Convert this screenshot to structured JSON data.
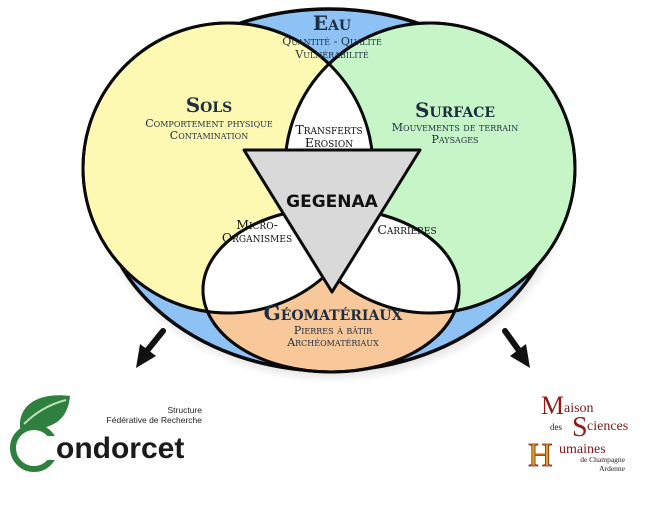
{
  "eau": {
    "title": "Eau",
    "sub1": "Quantité - Qualité",
    "sub2": "Vulnérabilité"
  },
  "sols": {
    "title": "Sols",
    "sub1": "Comportement physique",
    "sub2": "Contamination"
  },
  "surface": {
    "title": "Surface",
    "sub1": "Mouvements de terrain",
    "sub2": "Paysages"
  },
  "geomateriaux": {
    "title": "Géomatériaux",
    "sub1": "Pierres à bâtir",
    "sub2": "Archéomatériaux"
  },
  "center": {
    "label": "GEGENAA"
  },
  "intersections": {
    "transferts_1": "Transferts",
    "transferts_2": "Erosion",
    "micro_1": "Micro-",
    "micro_2": "Organismes",
    "carrieres": "Carrières"
  },
  "condorcet": {
    "line1": "Structure",
    "line2": "Fédérative de Recherche",
    "name": "ondorcet"
  },
  "msh": {
    "maison": "aison",
    "sciences": "ciences",
    "des": "des",
    "humaines": "umaines",
    "de_champagne": "de Champagne",
    "ardenne": "Ardenne"
  },
  "colors": {
    "eau": "#8ec2f5",
    "sols": "#fdf9b3",
    "surface": "#c6f5c8",
    "geomateriaux": "#f8c79a",
    "center": "#d9d9d9",
    "condorcet_green": "#2f7f3f",
    "msh_red": "#8c1b1b",
    "msh_gold": "#e0a422"
  }
}
